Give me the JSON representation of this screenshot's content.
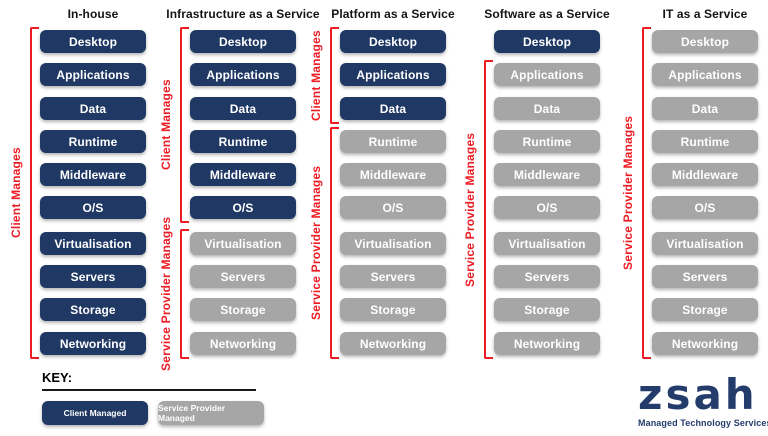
{
  "columns": [
    {
      "title": "In-house",
      "layers": [
        {
          "label": "Desktop",
          "managed": "client"
        },
        {
          "label": "Applications",
          "managed": "client"
        },
        {
          "label": "Data",
          "managed": "client"
        },
        {
          "label": "Runtime",
          "managed": "client"
        },
        {
          "label": "Middleware",
          "managed": "client"
        },
        {
          "label": "O/S",
          "managed": "client"
        },
        {
          "label": "Virtualisation",
          "managed": "client"
        },
        {
          "label": "Servers",
          "managed": "client"
        },
        {
          "label": "Storage",
          "managed": "client"
        },
        {
          "label": "Networking",
          "managed": "client"
        }
      ],
      "brackets": [
        {
          "label": "Client Manages",
          "from": 0,
          "to": 9
        }
      ]
    },
    {
      "title": "Infrastructure as a Service",
      "layers": [
        {
          "label": "Desktop",
          "managed": "client"
        },
        {
          "label": "Applications",
          "managed": "client"
        },
        {
          "label": "Data",
          "managed": "client"
        },
        {
          "label": "Runtime",
          "managed": "client"
        },
        {
          "label": "Middleware",
          "managed": "client"
        },
        {
          "label": "O/S",
          "managed": "client"
        },
        {
          "label": "Virtualisation",
          "managed": "provider"
        },
        {
          "label": "Servers",
          "managed": "provider"
        },
        {
          "label": "Storage",
          "managed": "provider"
        },
        {
          "label": "Networking",
          "managed": "provider"
        }
      ],
      "brackets": [
        {
          "label": "Client Manages",
          "from": 0,
          "to": 5
        },
        {
          "label": "Service Provider Manages",
          "from": 6,
          "to": 9
        }
      ]
    },
    {
      "title": "Platform as a Service",
      "layers": [
        {
          "label": "Desktop",
          "managed": "client"
        },
        {
          "label": "Applications",
          "managed": "client"
        },
        {
          "label": "Data",
          "managed": "client"
        },
        {
          "label": "Runtime",
          "managed": "provider"
        },
        {
          "label": "Middleware",
          "managed": "provider"
        },
        {
          "label": "O/S",
          "managed": "provider"
        },
        {
          "label": "Virtualisation",
          "managed": "provider"
        },
        {
          "label": "Servers",
          "managed": "provider"
        },
        {
          "label": "Storage",
          "managed": "provider"
        },
        {
          "label": "Networking",
          "managed": "provider"
        }
      ],
      "brackets": [
        {
          "label": "Client Manages",
          "from": 0,
          "to": 2
        },
        {
          "label": "Service Provider Manages",
          "from": 3,
          "to": 9
        }
      ]
    },
    {
      "title": "Software as a Service",
      "layers": [
        {
          "label": "Desktop",
          "managed": "client"
        },
        {
          "label": "Applications",
          "managed": "provider"
        },
        {
          "label": "Data",
          "managed": "provider"
        },
        {
          "label": "Runtime",
          "managed": "provider"
        },
        {
          "label": "Middleware",
          "managed": "provider"
        },
        {
          "label": "O/S",
          "managed": "provider"
        },
        {
          "label": "Virtualisation",
          "managed": "provider"
        },
        {
          "label": "Servers",
          "managed": "provider"
        },
        {
          "label": "Storage",
          "managed": "provider"
        },
        {
          "label": "Networking",
          "managed": "provider"
        }
      ],
      "brackets": [
        {
          "label": "Service Provider Manages",
          "from": 1,
          "to": 9
        }
      ]
    },
    {
      "title": "IT as a Service",
      "layers": [
        {
          "label": "Desktop",
          "managed": "provider"
        },
        {
          "label": "Applications",
          "managed": "provider"
        },
        {
          "label": "Data",
          "managed": "provider"
        },
        {
          "label": "Runtime",
          "managed": "provider"
        },
        {
          "label": "Middleware",
          "managed": "provider"
        },
        {
          "label": "O/S",
          "managed": "provider"
        },
        {
          "label": "Virtualisation",
          "managed": "provider"
        },
        {
          "label": "Servers",
          "managed": "provider"
        },
        {
          "label": "Storage",
          "managed": "provider"
        },
        {
          "label": "Networking",
          "managed": "provider"
        }
      ],
      "brackets": [
        {
          "label": "Service Provider Manages",
          "from": 0,
          "to": 9
        }
      ]
    }
  ],
  "key": {
    "title": "KEY:",
    "items": [
      {
        "label": "Client Managed",
        "type": "client"
      },
      {
        "label": "Service Provider Managed",
        "type": "provider"
      }
    ]
  },
  "logo": {
    "wordmark": "zsah",
    "tagline": "Managed Technology Services"
  },
  "colors": {
    "client_managed": "#1F3864",
    "provider_managed": "#A6A6A6",
    "bracket_red": "#ED1C24",
    "logo_navy": "#243C6C"
  }
}
